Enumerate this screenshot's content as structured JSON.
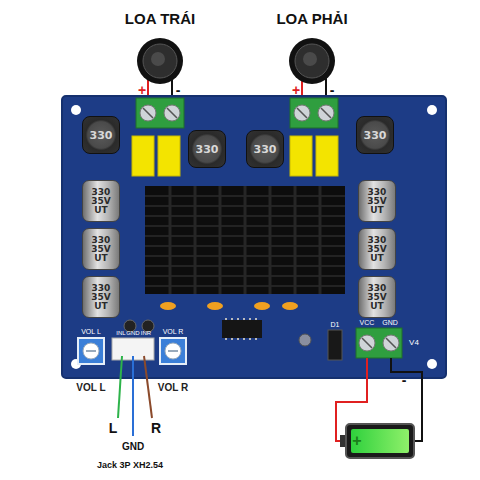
{
  "diagram": {
    "nodes": [
      {
        "text": [
          "LOA TRÁI"
        ]
      },
      {
        "text": [
          "LOA PHẢI"
        ]
      },
      {
        "text": [
          "330"
        ]
      },
      {
        "text": [
          "330"
        ]
      },
      {
        "text": [
          "330"
        ]
      },
      {
        "text": [
          "330"
        ]
      },
      {
        "text": [
          "330 35V UT"
        ]
      },
      {
        "text": [
          "330 35V UT"
        ]
      },
      {
        "text": [
          "330 35V UT"
        ]
      },
      {
        "text": [
          "330 35V UT"
        ]
      },
      {
        "text": [
          "330 35V UT"
        ]
      },
      {
        "text": [
          "330 35V UT"
        ]
      }
    ],
    "labels": [
      "+",
      "-",
      "+",
      "-",
      "VOL L",
      "INL",
      "GND",
      "INR",
      "VOL R",
      "D1",
      "VCC",
      "GND",
      "V4",
      "VOL L",
      "VOL R",
      "L",
      "GND",
      "R",
      "Jack 3P XH2.54",
      "-",
      "+"
    ]
  }
}
